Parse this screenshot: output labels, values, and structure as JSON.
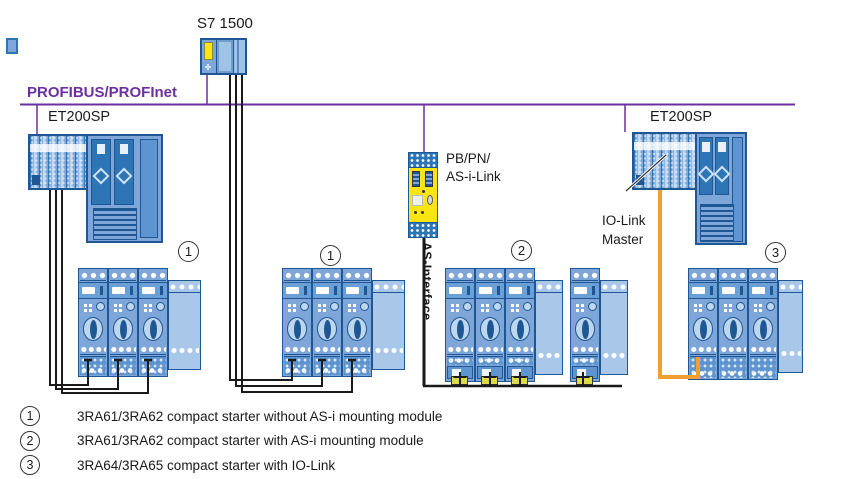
{
  "colors": {
    "bus_purple": "#6B2FA0",
    "module_blue": "#7EA6D8",
    "module_dark": "#1F5795",
    "module_mid": "#2E75B6",
    "module_light": "#A9C7E8",
    "highlight_yellow": "#F8E511",
    "asi_connector_yellow": "#DCD94A",
    "io_link_orange": "#F0A02F",
    "wire_black": "#1A1A1A"
  },
  "plc": {
    "label": "S7 1500"
  },
  "bus": {
    "label": "PROFIBUS/PROFInet"
  },
  "racks": {
    "left_label": "ET200SP",
    "right_label": "ET200SP"
  },
  "gateway": {
    "label_line1": "PB/PN/",
    "label_line2": "AS-i-Link"
  },
  "asi": {
    "label": "AS-Interface"
  },
  "io_link": {
    "label_line1": "IO-Link",
    "label_line2": "Master"
  },
  "groups": [
    {
      "number": "1",
      "asi_mounting": false,
      "blocks": [
        {
          "starters": 3,
          "wide": true
        }
      ]
    },
    {
      "number": "1",
      "asi_mounting": false,
      "blocks": [
        {
          "starters": 3,
          "wide": true
        }
      ]
    },
    {
      "number": "2",
      "asi_mounting": true,
      "blocks": [
        {
          "starters": 3,
          "wide": true
        },
        {
          "starters": 1,
          "wide": true
        }
      ]
    },
    {
      "number": "3",
      "asi_mounting": false,
      "blocks": [
        {
          "starters": 3,
          "wide": true
        }
      ]
    }
  ],
  "legend": [
    {
      "number": "1",
      "text": "3RA61/3RA62 compact starter without AS-i mounting module"
    },
    {
      "number": "2",
      "text": "3RA61/3RA62 compact starter with AS-i mounting module"
    },
    {
      "number": "3",
      "text": "3RA64/3RA65 compact starter with IO-Link"
    }
  ]
}
